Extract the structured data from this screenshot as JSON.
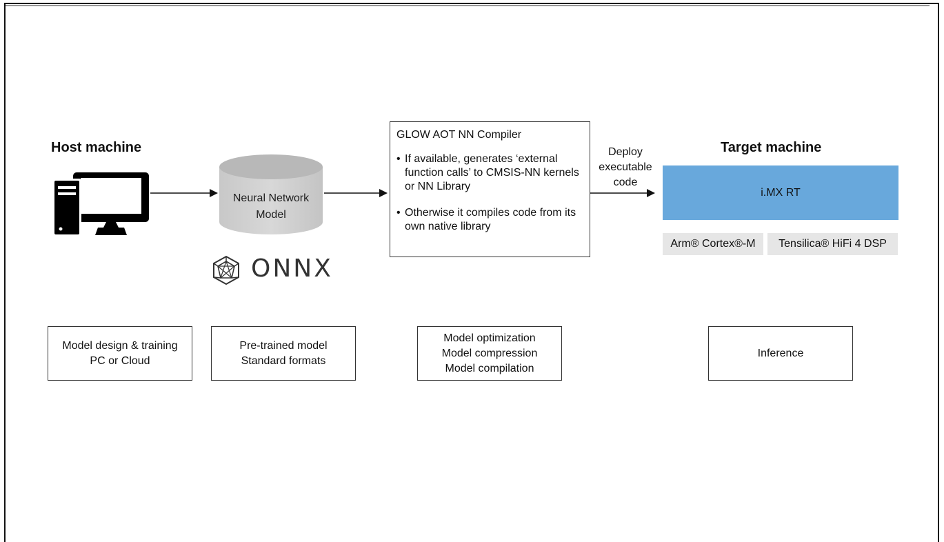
{
  "host": {
    "heading": "Host machine"
  },
  "model": {
    "label_line1": "Neural Network",
    "label_line2": "Model",
    "format_logo": "ONNX"
  },
  "compiler": {
    "title": "GLOW AOT NN Compiler",
    "bullet_marker": "•",
    "bullets": [
      "If available, generates ‘external function calls’ to CMSIS-NN kernels or NN Library",
      "Otherwise it compiles code from its own native library"
    ]
  },
  "deploy": {
    "line1": "Deploy",
    "line2": "executable",
    "line3": "code"
  },
  "target": {
    "heading": "Target machine",
    "platform": "i.MX RT",
    "cores": [
      "Arm® Cortex®-M",
      "Tensilica® HiFi 4 DSP"
    ]
  },
  "stages": [
    {
      "lines": [
        "Model design & training",
        "PC or Cloud"
      ]
    },
    {
      "lines": [
        "Pre-trained model",
        "Standard formats"
      ]
    },
    {
      "lines": [
        "Model optimization",
        "Model compression",
        "Model compilation"
      ]
    },
    {
      "lines": [
        "Inference"
      ]
    }
  ],
  "colors": {
    "platform_fill": "#68a8dc",
    "core_fill": "#e6e6e6",
    "cylinder_fill": "#cfcfcf",
    "icon_fill": "#000000"
  },
  "icons": {
    "computer": "desktop-computer-icon",
    "onnx": "onnx-logo-icon"
  }
}
